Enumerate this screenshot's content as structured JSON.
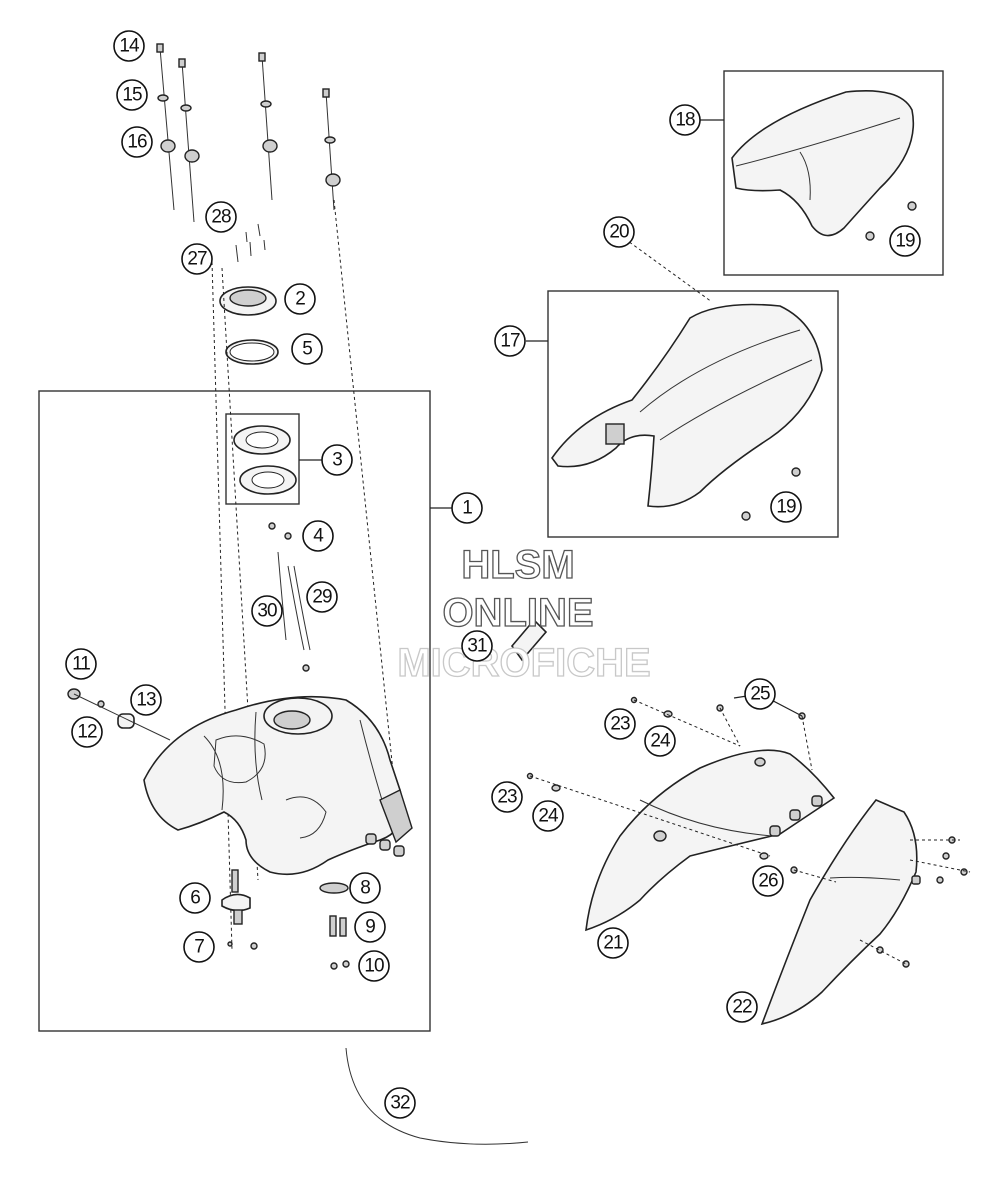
{
  "watermark": {
    "line1": "HLSM",
    "line2": "ONLINE",
    "line3": "MICROFICHE"
  },
  "callouts": {
    "c1": "1",
    "c2": "2",
    "c3": "3",
    "c4": "4",
    "c5": "5",
    "c6": "6",
    "c7": "7",
    "c8": "8",
    "c9": "9",
    "c10": "10",
    "c11": "11",
    "c12": "12",
    "c13": "13",
    "c14": "14",
    "c15": "15",
    "c16": "16",
    "c17": "17",
    "c18": "18",
    "c19a": "19",
    "c19b": "19",
    "c20": "20",
    "c21": "21",
    "c22": "22",
    "c23a": "23",
    "c23b": "23",
    "c24a": "24",
    "c24b": "24",
    "c25": "25",
    "c26": "26",
    "c27": "27",
    "c28": "28",
    "c29": "29",
    "c30": "30",
    "c31": "31",
    "c32": "32"
  }
}
